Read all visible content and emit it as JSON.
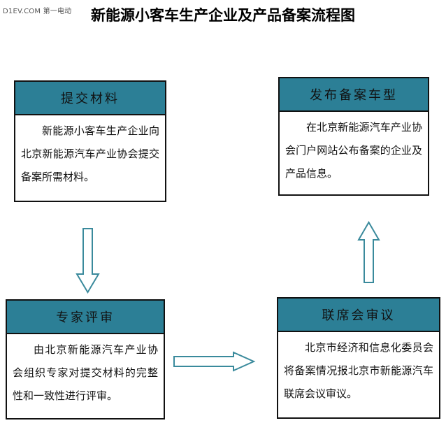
{
  "watermark": "D1EV.COM 第一电动",
  "title": "新能源小客车生产企业及产品备案流程图",
  "steps": [
    {
      "heading": "提交材料",
      "text": "新能源小客车生产企业向北京新能源汽车产业协会提交备案所需材料。"
    },
    {
      "heading": "专家评审",
      "text": "由北京新能源汽车产业协会组织专家对提交材料的完整性和一致性进行评审。"
    },
    {
      "heading": "联席会审议",
      "text": "北京市经济和信息化委员会将备案情况报北京市新能源汽车联席会议审议。"
    },
    {
      "heading": "发布备案车型",
      "text": "在北京新能源汽车产业协会门户网站公布备案的企业及产品信息。"
    }
  ],
  "colors": {
    "header": "#2c7f96",
    "arrow_stroke": "#3a8a9c",
    "border": "#111111"
  }
}
